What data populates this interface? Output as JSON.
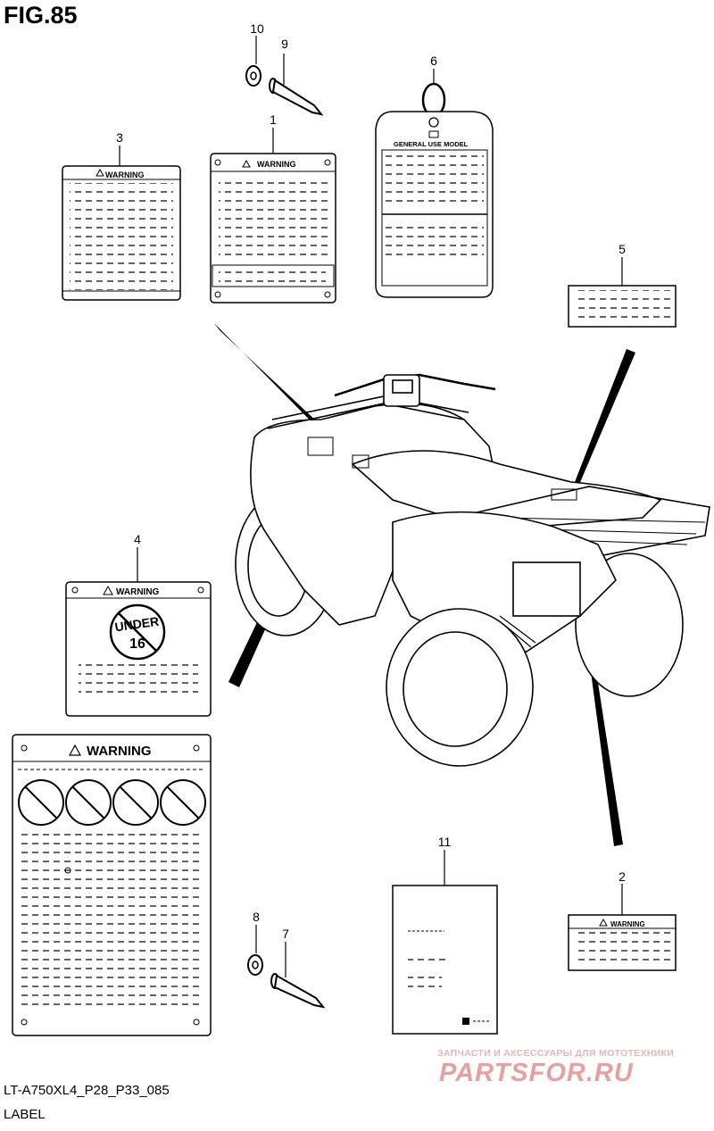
{
  "figure": {
    "title": "FIG.85",
    "model_code": "LT-A750XL4_P28_P33_085",
    "section_name": "LABEL"
  },
  "callouts": [
    {
      "id": "1"
    },
    {
      "id": "2"
    },
    {
      "id": "3"
    },
    {
      "id": "4"
    },
    {
      "id": "5"
    },
    {
      "id": "6"
    },
    {
      "id": "7"
    },
    {
      "id": "8"
    },
    {
      "id": "9"
    },
    {
      "id": "10"
    },
    {
      "id": "11"
    }
  ],
  "labels": {
    "warning_text": "WARNING",
    "tag_header": "GENERAL USE MODEL",
    "under_age_top": "UNDER",
    "under_age_num": "16"
  },
  "watermark": {
    "line1": "ЗАПЧАСТИ И АКСЕССУАРЫ ДЛЯ МОТОТЕХНИКИ",
    "logo": "PARTSFOR.RU"
  }
}
